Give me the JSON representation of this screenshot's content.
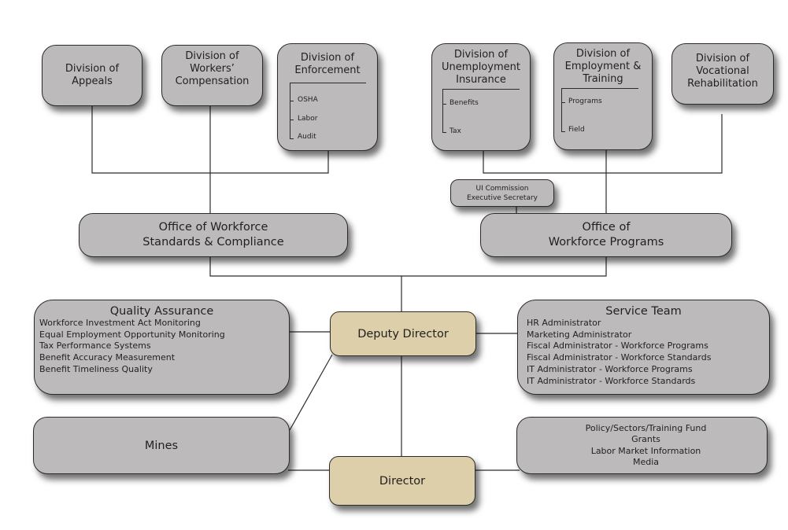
{
  "divisions": {
    "appeals": {
      "line1": "Division of",
      "line2": "Appeals"
    },
    "workers_comp": {
      "line1": "Division of Workers’",
      "line2": "Compensation"
    },
    "enforcement": {
      "line1": "Division of",
      "line2": "Enforcement",
      "units": [
        "OSHA",
        "Labor",
        "Audit"
      ]
    },
    "unemployment": {
      "line1": "Division of",
      "line2": "Unemployment",
      "line3": "Insurance",
      "units": [
        "Benefits",
        "Tax"
      ]
    },
    "employment_training": {
      "line1": "Division of",
      "line2": "Employment &",
      "line3": "Training",
      "units": [
        "Programs",
        "Field"
      ]
    },
    "vocational": {
      "line1": "Division of",
      "line2": "Vocational",
      "line3": "Rehabilitation"
    }
  },
  "ui_commission": {
    "line1": "UI Commission",
    "line2": "Executive Secretary"
  },
  "offices": {
    "standards": {
      "line1": "Office of Workforce",
      "line2": "Standards & Compliance"
    },
    "programs": {
      "line1": "Office of",
      "line2": "Workforce Programs"
    }
  },
  "quality_assurance": {
    "title": "Quality Assurance",
    "items": [
      "Workforce Investment Act Monitoring",
      "Equal Employment Opportunity Monitoring",
      "Tax Performance Systems",
      "Benefit Accuracy Measurement",
      "Benefit Timeliness Quality"
    ]
  },
  "service_team": {
    "title": "Service Team",
    "items": [
      "HR Administrator",
      "Marketing Administrator",
      "Fiscal Administrator - Workforce Programs",
      "Fiscal Administrator - Workforce Standards",
      "IT Administrator - Workforce Programs",
      "IT Administrator - Workforce Standards"
    ]
  },
  "mines": {
    "label": "Mines"
  },
  "deputy_director": {
    "label": "Deputy Director"
  },
  "director": {
    "label": "Director"
  },
  "policy_box": {
    "items": [
      "Policy/Sectors/Training Fund",
      "Grants",
      "Labor Market Information",
      "Media"
    ]
  },
  "colors": {
    "box_gray": "#bcbabb",
    "box_tan": "#dccfa9",
    "line": "#2b2b2b"
  }
}
